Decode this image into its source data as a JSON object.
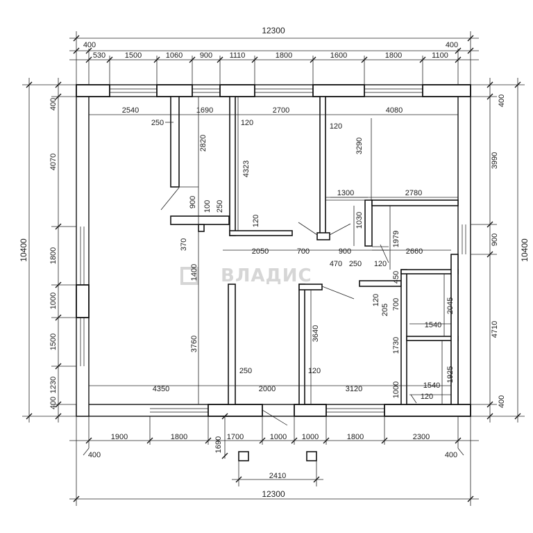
{
  "watermark": "ВЛАДИС",
  "dims": {
    "top_total": "12300",
    "top_wall_left": "400",
    "top_wall_right": "400",
    "top": [
      "530",
      "1500",
      "1060",
      "900",
      "1110",
      "1800",
      "1600",
      "1800",
      "1100"
    ],
    "bottom_total": "12300",
    "bottom_wall_left": "400",
    "bottom_wall_right": "400",
    "bottom": [
      "1900",
      "1800",
      "1700",
      "1000",
      "1000",
      "1800",
      "2300"
    ],
    "porch_width": "2410",
    "porch_depth": "1690",
    "left_total": "10400",
    "left_wall_top": "400",
    "left_wall_bottom": "400",
    "left": [
      "4070",
      "1800",
      "1000",
      "1500",
      "1230"
    ],
    "right_total": "10400",
    "right_wall_top": "400",
    "right_wall_bottom": "400",
    "right": [
      "3990",
      "900",
      "4710"
    ]
  },
  "interior": [
    "2540",
    "1690",
    "2700",
    "4080",
    "250",
    "120",
    "120",
    "2820",
    "4323",
    "3290",
    "1300",
    "2780",
    "900",
    "100",
    "250",
    "120",
    "1030",
    "1979",
    "370",
    "2050",
    "700",
    "900",
    "2660",
    "470",
    "250",
    "120",
    "1400",
    "450",
    "120",
    "205",
    "700",
    "2045",
    "3760",
    "3640",
    "1540",
    "1730",
    "250",
    "120",
    "1925",
    "4350",
    "2000",
    "3120",
    "1000",
    "1540",
    "120"
  ]
}
